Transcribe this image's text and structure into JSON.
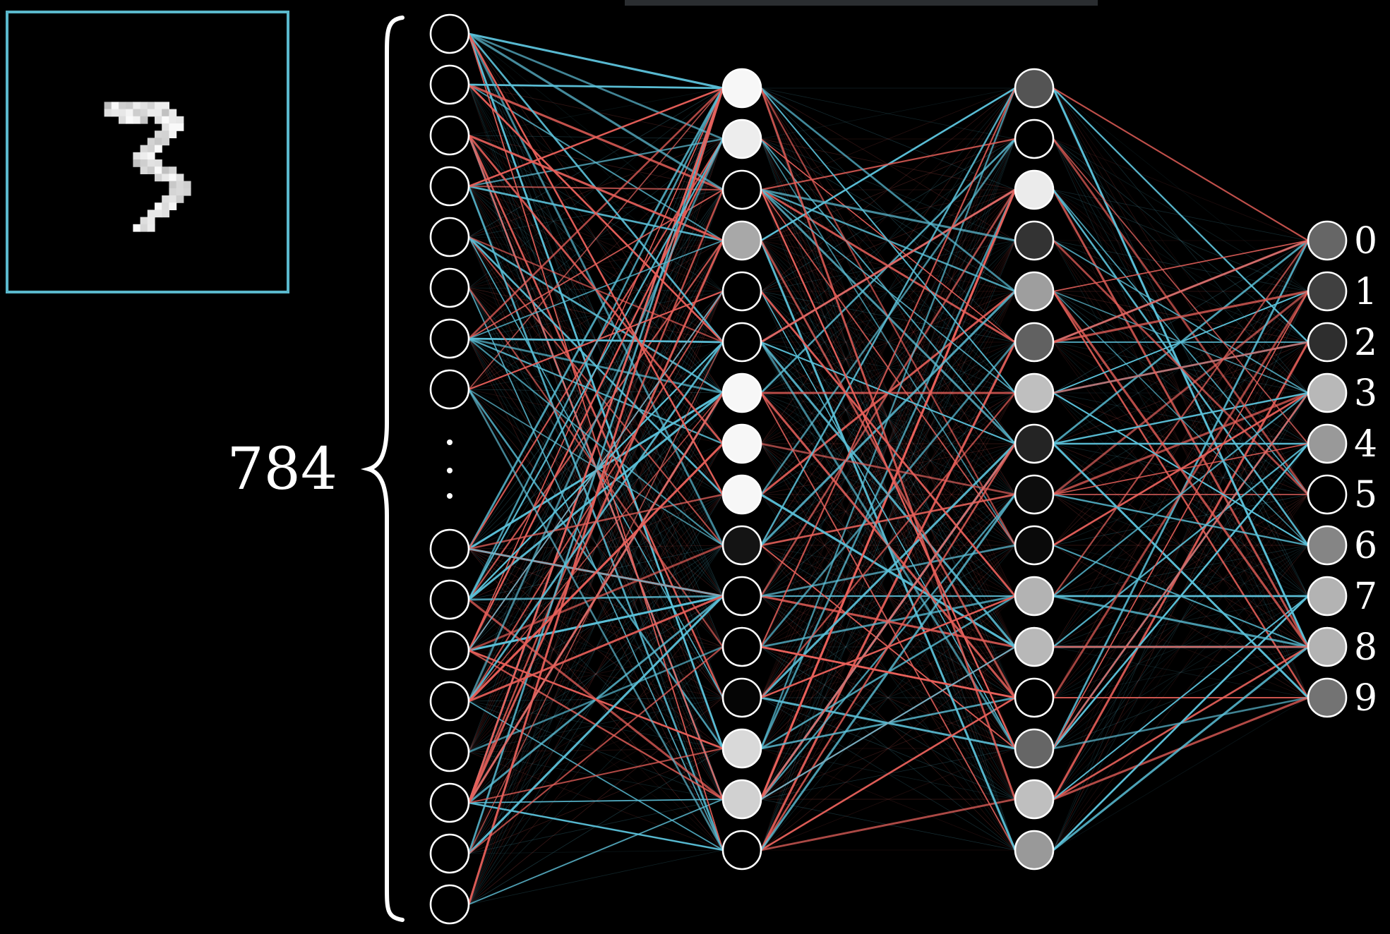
{
  "diagram": {
    "input_count_label": "784",
    "output_labels": [
      "0",
      "1",
      "2",
      "3",
      "4",
      "5",
      "6",
      "7",
      "8",
      "9"
    ],
    "colors": {
      "background": "#000000",
      "positive_weight": "#5bc0d8",
      "negative_weight": "#e8605a",
      "frame_border": "#5ab8cc",
      "neuron_stroke": "#ffffff"
    },
    "input_image": {
      "description_digit": "3",
      "resolution": [
        28,
        28
      ]
    },
    "layers": {
      "input_top_visible": 8,
      "input_bottom_visible": 8,
      "hidden1_activations": [
        0.97,
        0.93,
        0.0,
        0.66,
        0.0,
        0.0,
        0.97,
        0.97,
        0.97,
        0.08,
        0.0,
        0.0,
        0.02,
        0.85,
        0.82,
        0.0
      ],
      "hidden2_activations": [
        0.33,
        0.0,
        0.92,
        0.2,
        0.62,
        0.38,
        0.75,
        0.14,
        0.05,
        0.04,
        0.7,
        0.72,
        0.0,
        0.4,
        0.75,
        0.6
      ],
      "output_activations": [
        0.4,
        0.25,
        0.18,
        0.72,
        0.6,
        0.0,
        0.52,
        0.7,
        0.7,
        0.45
      ]
    }
  }
}
